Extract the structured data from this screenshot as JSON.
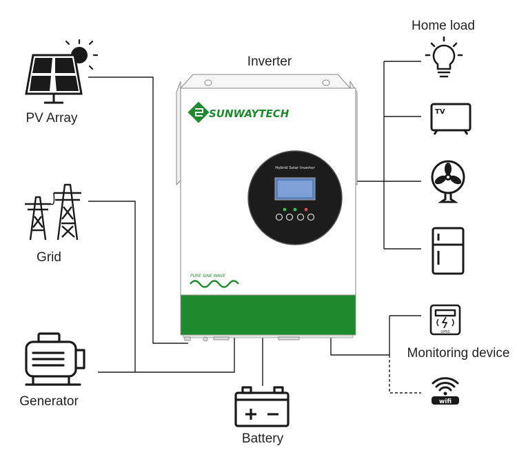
{
  "diagram": {
    "inverter": {
      "label": "Inverter",
      "brand": "SUNWAYTECH",
      "panel_title": "Hybrid Solar Inverter",
      "wave_text": "PURE SINE WAVE",
      "body_color": "#1e8a2e"
    },
    "sources": {
      "pv": {
        "label": "PV Array",
        "icon": "solar-panel-icon"
      },
      "grid": {
        "label": "Grid",
        "icon": "power-tower-icon"
      },
      "generator": {
        "label": "Generator",
        "icon": "generator-icon"
      }
    },
    "battery": {
      "label": "Battery",
      "icon": "battery-icon"
    },
    "home_load": {
      "label": "Home load",
      "items": [
        {
          "icon": "light-bulb-icon"
        },
        {
          "icon": "tv-icon",
          "text": "TV"
        },
        {
          "icon": "fan-icon"
        },
        {
          "icon": "fridge-icon"
        }
      ]
    },
    "monitoring": {
      "label": "Monitoring device",
      "gprs_text": "GPRS",
      "wifi_text": "wifi",
      "icons": [
        "gprs-module-icon",
        "wifi-module-icon"
      ]
    }
  }
}
